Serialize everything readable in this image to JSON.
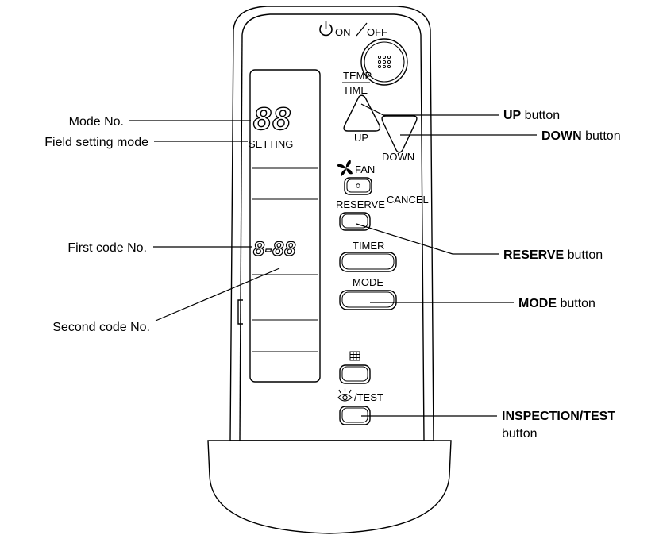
{
  "remote": {
    "on_off_label": "ON/OFF",
    "on_label": "ON",
    "off_label": "OFF",
    "temp_label": "TEMP",
    "time_label": "TIME",
    "up_label": "UP",
    "down_label": "DOWN",
    "fan_label": "FAN",
    "reserve_label": "RESERVE",
    "cancel_label": "CANCEL",
    "timer_label": "TIMER",
    "mode_label": "MODE",
    "test_label": "/TEST",
    "display": {
      "mode_digits": "88",
      "setting_label": "SETTING",
      "code_digits": "8-88"
    }
  },
  "callouts": {
    "mode_no": "Mode No.",
    "field_setting_mode": "Field setting mode",
    "first_code_no": "First code No.",
    "second_code_no": "Second code No.",
    "up_bold": "UP",
    "up_rest": " button",
    "down_bold": "DOWN",
    "down_rest": " button",
    "reserve_bold": "RESERVE",
    "reserve_rest": " button",
    "mode_bold": "MODE",
    "mode_rest": " button",
    "inspection_bold": "INSPECTION/TEST",
    "inspection_line2": "button"
  },
  "icons": {
    "power": "power-icon",
    "fan": "fan-icon",
    "grid": "grid-icon",
    "eye": "eye-icon"
  },
  "colors": {
    "ink": "#000000",
    "background": "#ffffff"
  }
}
